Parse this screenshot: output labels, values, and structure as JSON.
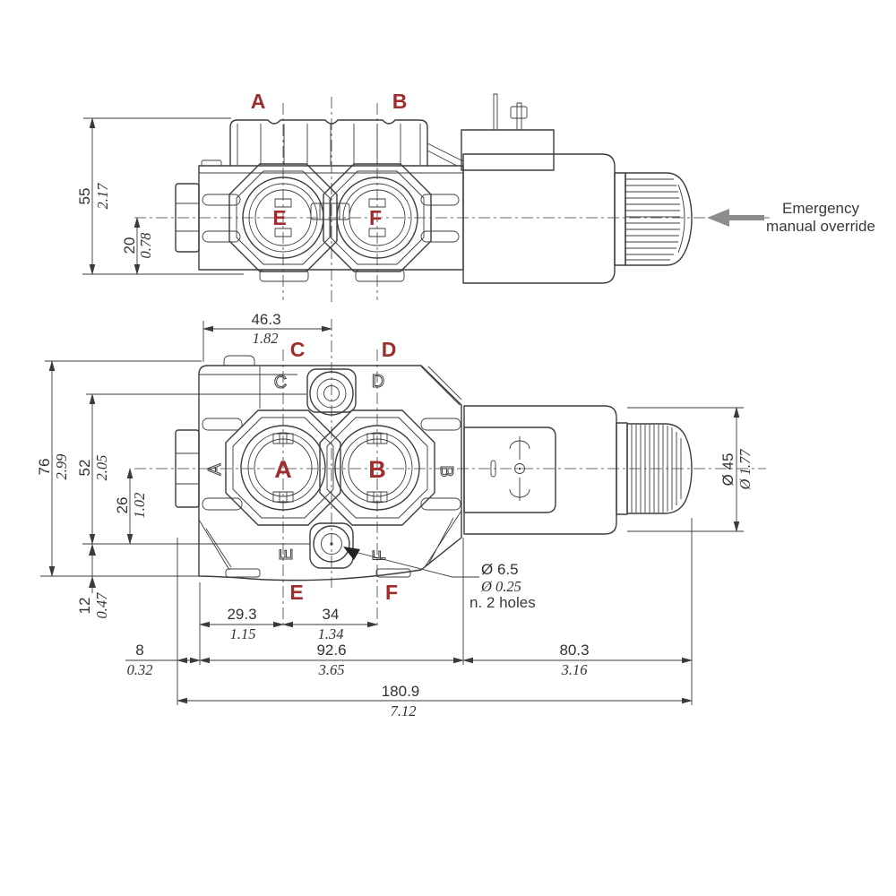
{
  "colors": {
    "label_red": "#a12c2c",
    "line": "#3d3d3d",
    "dim": "#3a3a3a",
    "arrow_gray": "#8c8c8c"
  },
  "top_view": {
    "ports": {
      "a": "A",
      "b": "B",
      "e": "E",
      "f": "F"
    },
    "dims": {
      "height": {
        "mm": "55",
        "in": "2.17"
      },
      "port_center": {
        "mm": "20",
        "in": "0.78"
      }
    },
    "annotation": {
      "line1": "Emergency",
      "line2": "manual override"
    }
  },
  "front_view": {
    "ports": {
      "c": "C",
      "d": "D",
      "a": "A",
      "b": "B",
      "e": "E",
      "f": "F"
    },
    "stamped": {
      "a": "A",
      "b": "B",
      "c": "C",
      "d": "D",
      "e": "E",
      "f": "F"
    },
    "dims": {
      "top_width": {
        "mm": "46.3",
        "in": "1.82"
      },
      "overall_height": {
        "mm": "76",
        "in": "2.99"
      },
      "boss_spacing": {
        "mm": "52",
        "in": "2.05"
      },
      "center_to_drain": {
        "mm": "26",
        "in": "1.02"
      },
      "drain_to_base": {
        "mm": "12",
        "in": "0.47"
      },
      "port_e_offset": {
        "mm": "29.3",
        "in": "1.15"
      },
      "port_spacing": {
        "mm": "34",
        "in": "1.34"
      },
      "nut_protrusion": {
        "mm": "8",
        "in": "0.32"
      },
      "body_length": {
        "mm": "92.6",
        "in": "3.65"
      },
      "solenoid_length": {
        "mm": "80.3",
        "in": "3.16"
      },
      "overall_length": {
        "mm": "180.9",
        "in": "7.12"
      },
      "knob_diameter": {
        "mm": "Ø 45",
        "in": "Ø 1.77"
      },
      "mounting_holes": {
        "mm": "Ø 6.5",
        "in": "Ø 0.25",
        "note": "n. 2 holes"
      }
    }
  }
}
